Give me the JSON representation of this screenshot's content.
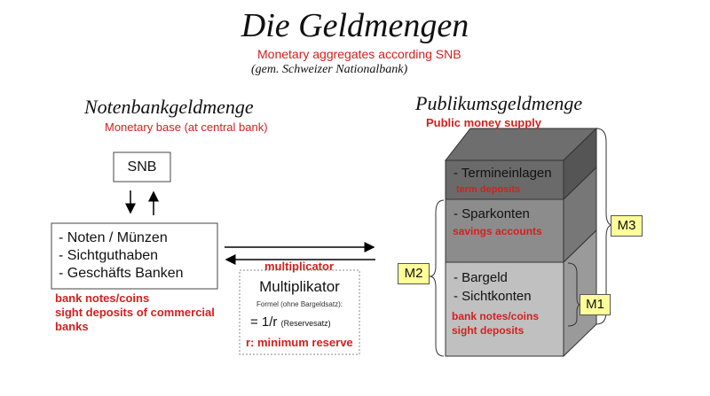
{
  "title": "Die Geldmengen",
  "subtitle_en": "Monetary aggregates according SNB",
  "subtitle_de": "(gem. Schweizer Nationalbank)",
  "left": {
    "heading": "Notenbankgeldmenge",
    "heading_en": "Monetary base (at central bank)",
    "snb": "SNB",
    "items": [
      "- Noten / Münzen",
      "- Sichtguthaben",
      "- Geschäfts Banken"
    ],
    "items_en": [
      "bank notes/coins",
      "sight deposits of commercial",
      "banks"
    ]
  },
  "multiplier": {
    "label_en": "multiplicator",
    "title": "Multiplikator",
    "formula_note": "Formel (ohne Bargeldsatz):",
    "formula": "= 1/r",
    "formula_sub": "(Reservesatz)",
    "note_en": "r: minimum reserve"
  },
  "right": {
    "heading": "Publikumsgeldmenge",
    "heading_en": "Public money supply",
    "layers": [
      {
        "label": "- Termineinlagen",
        "label_en": "term deposits"
      },
      {
        "label": "- Sparkonten",
        "label_en": "savings accounts"
      },
      {
        "label": "- Bargeld",
        "label2": "- Sichtkonten",
        "label_en": "bank notes/coins",
        "label_en2": "sight deposits"
      }
    ],
    "aggregates": [
      "M1",
      "M2",
      "M3"
    ]
  },
  "colors": {
    "red": "#d42020",
    "label_bg": "#ffff99",
    "top": "#6e6e6e",
    "layer1": "#6a6a6a",
    "layer2": "#8c8c8c",
    "layer3": "#c0c0c0"
  }
}
